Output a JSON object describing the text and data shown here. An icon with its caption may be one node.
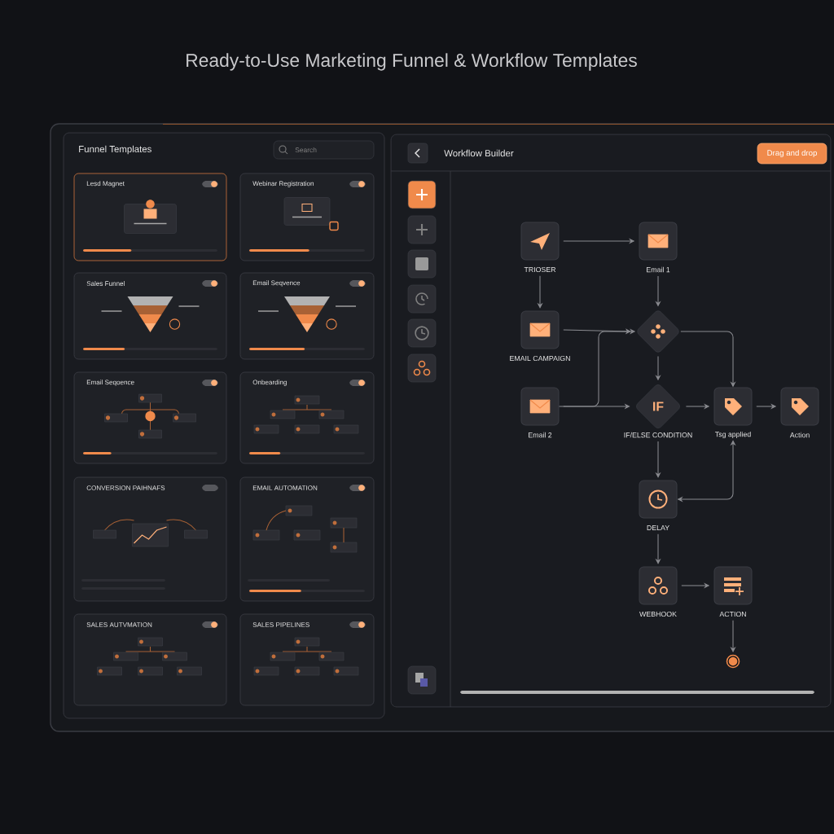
{
  "diagram": {
    "title": "Ready-to-Use Marketing Funnel & Workflow Templates",
    "nodes": [
      {
        "text": [
          "Funnel Templates"
        ]
      },
      {
        "text": [
          "Lesd Magnet"
        ],
        "in": 0
      },
      {
        "text": [
          "Webinar Registration"
        ],
        "in": 0
      },
      {
        "text": [
          "Sales Funnel"
        ],
        "in": 0
      },
      {
        "text": [
          "Email Seqvence"
        ],
        "in": 0
      },
      {
        "text": [
          "Email Seqoence"
        ],
        "in": 0
      },
      {
        "text": [
          "Onbearding"
        ],
        "in": 0
      },
      {
        "text": [
          "CONVERSION PAIHNAFS"
        ],
        "in": 0
      },
      {
        "text": [
          "EMAIL AUTOMATION"
        ],
        "in": 0
      },
      {
        "text": [
          "SALES AUTVMATION"
        ],
        "in": 0
      },
      {
        "text": [
          "SALES PIPELINES"
        ],
        "in": 0
      },
      {
        "text": [
          "Workflow Builder"
        ]
      },
      {
        "text": [
          "TRIOSER"
        ],
        "in": 11
      },
      {
        "text": [
          "Email 1"
        ],
        "in": 11
      },
      {
        "text": [
          "EMAIL CAMPAIGN"
        ],
        "in": 11
      },
      {
        "text": [],
        "shape": "diamond",
        "in": 11
      },
      {
        "text": [
          "Email 2"
        ],
        "in": 11
      },
      {
        "text": [
          "IF",
          "IF/ELSE CONDITION"
        ],
        "in": 11
      },
      {
        "text": [
          "Tsg applied"
        ],
        "in": 11
      },
      {
        "text": [
          "Action"
        ],
        "in": 11
      },
      {
        "text": [
          "DELAY"
        ],
        "in": 11
      },
      {
        "text": [
          "WEBHOOK"
        ],
        "in": 11
      },
      {
        "text": [
          "ACTION"
        ],
        "in": 11
      },
      {
        "text": [],
        "shape": "circle",
        "in": 11
      }
    ],
    "edges": [
      {
        "from": 12,
        "to": 13,
        "arrow": "to"
      },
      {
        "from": 12,
        "to": 14,
        "arrow": "to"
      },
      {
        "from": 13,
        "to": 15,
        "arrow": "to"
      },
      {
        "from": 14,
        "to": 15,
        "arrow": "to"
      },
      {
        "from": 16,
        "to": 15,
        "arrow": "to"
      },
      {
        "from": 16,
        "to": 17,
        "arrow": "to"
      },
      {
        "from": 15,
        "to": 17,
        "arrow": "to"
      },
      {
        "from": 15,
        "to": 18,
        "arrow": "to"
      },
      {
        "from": 17,
        "to": 18,
        "arrow": "to"
      },
      {
        "from": 18,
        "to": 19,
        "arrow": "to"
      },
      {
        "from": 17,
        "to": 20,
        "arrow": "to"
      },
      {
        "from": 18,
        "to": 20,
        "arrow": "both"
      },
      {
        "from": 20,
        "to": 21,
        "arrow": "to"
      },
      {
        "from": 21,
        "to": 22,
        "arrow": "to"
      },
      {
        "from": 22,
        "to": 23,
        "arrow": "to"
      }
    ],
    "labels": [
      "Search",
      "Drag and drop"
    ]
  }
}
